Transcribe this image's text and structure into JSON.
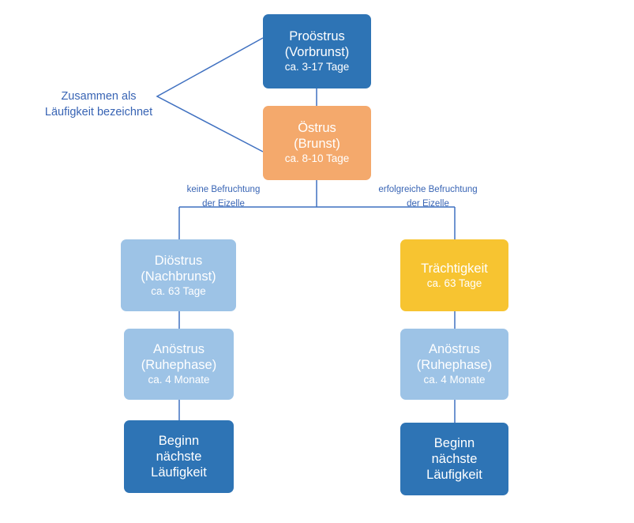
{
  "colors": {
    "dark_blue": "#2e74b5",
    "orange": "#f4a96c",
    "light_blue": "#9dc3e6",
    "gold": "#f7c431",
    "line": "#3f70c0",
    "label_text": "#3864b4",
    "white_text": "#ffffff"
  },
  "boxes": {
    "proestrus": {
      "title": "Proöstrus",
      "subtitle": "(Vorbrunst)",
      "duration": "ca. 3-17 Tage"
    },
    "oestrus": {
      "title": "Östrus",
      "subtitle": "(Brunst)",
      "duration": "ca. 8-10 Tage"
    },
    "dioestrus_left": {
      "title": "Diöstrus",
      "subtitle": "(Nachbrunst)",
      "duration": "ca. 63 Tage"
    },
    "anoestrus_left": {
      "title": "Anöstrus",
      "subtitle": "(Ruhephase)",
      "duration": "ca. 4 Monate"
    },
    "beginn_left": {
      "line1": "Beginn",
      "line2": "nächste",
      "line3": "Läufigkeit"
    },
    "traechtigkeit_right": {
      "title": "Trächtigkeit",
      "duration": "ca. 63 Tage"
    },
    "anoestrus_right": {
      "title": "Anöstrus",
      "subtitle": "(Ruhephase)",
      "duration": "ca. 4 Monate"
    },
    "beginn_right": {
      "line1": "Beginn",
      "line2": "nächste",
      "line3": "Läufigkeit"
    }
  },
  "labels": {
    "zusammen": {
      "line1": "Zusammen als",
      "line2": "Läufigkeit bezeichnet"
    },
    "keine": {
      "line1": "keine Befruchtung",
      "line2": "der Eizelle"
    },
    "erfolgreiche": {
      "line1": "erfolgreiche Befruchtung",
      "line2": "der Eizelle"
    }
  }
}
